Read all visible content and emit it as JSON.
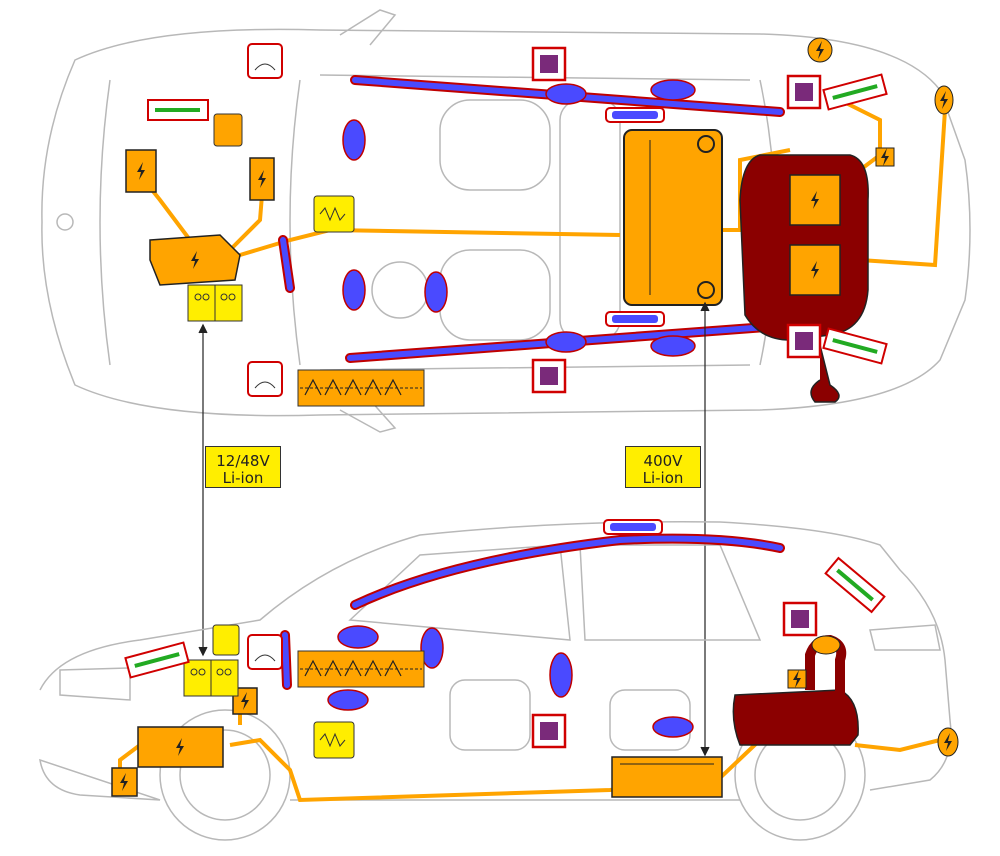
{
  "labels": {
    "battery_12v": {
      "line1": "12/48V",
      "line2": "Li-ion"
    },
    "battery_hv": {
      "line1": "400V",
      "line2": "Li-ion"
    }
  },
  "icons": {
    "high_voltage": "lightning-bolt-icon",
    "airbag": "airbag-icon",
    "seatbelt_pretensioner": "seatbelt-pretensioner-icon",
    "gas_strut": "gas-strut-icon",
    "sensor": "sensor-icon",
    "hood_lifter": "hood-lifter-icon",
    "battery_cells": "battery-cell-icon",
    "side_curtain_airbag": "curtain-airbag-icon",
    "pyro_actuator": "pyro-actuator-icon"
  },
  "colors": {
    "outline": "#b8b8b8",
    "hv_component": "#ffa400",
    "hv_cable": "#ffa400",
    "fuel_tank": "#8b0000",
    "airbag_fill": "#4a4aff",
    "airbag_stroke": "#c00000",
    "sensor_fill": "#7a2a7a",
    "sensor_frame": "#d00000",
    "yellow_box": "#ffee00",
    "strut_green": "#22aa22"
  }
}
